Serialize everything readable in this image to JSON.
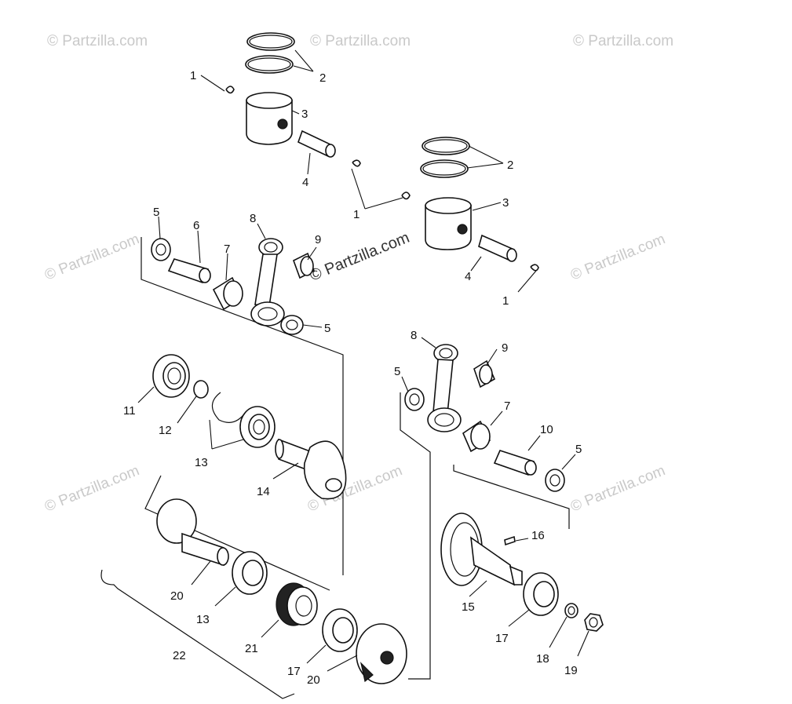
{
  "watermark": "© Partzilla.com",
  "callouts": [
    "1",
    "1",
    "1",
    "2",
    "2",
    "3",
    "3",
    "4",
    "4",
    "5",
    "5",
    "5",
    "5",
    "6",
    "7",
    "7",
    "8",
    "8",
    "9",
    "9",
    "10",
    "11",
    "12",
    "13",
    "13",
    "14",
    "15",
    "16",
    "17",
    "17",
    "18",
    "19",
    "20",
    "20",
    "21",
    "22"
  ]
}
